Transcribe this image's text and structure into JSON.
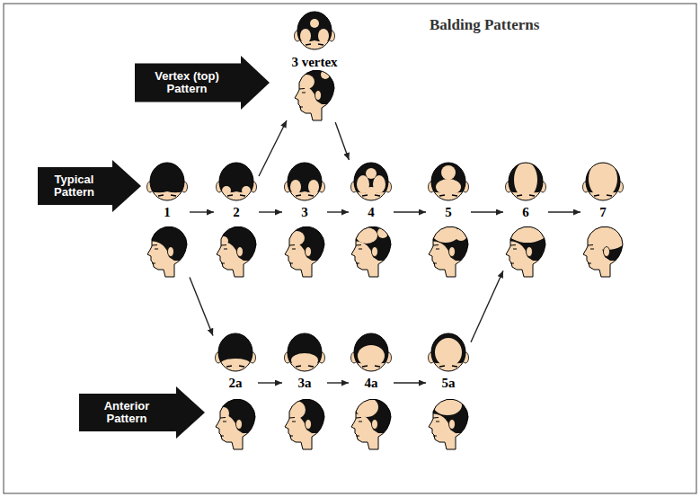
{
  "diagram": {
    "title": "Balding Patterns",
    "nodes": [
      {
        "text": [
          "Vertex (top) Pattern"
        ]
      },
      {
        "text": [
          "3 vertex"
        ]
      },
      {
        "text": [
          "Typical Pattern"
        ]
      },
      {
        "text": [
          "1"
        ]
      },
      {
        "text": [
          "2"
        ]
      },
      {
        "text": [
          "3"
        ]
      },
      {
        "text": [
          "4"
        ]
      },
      {
        "text": [
          "5"
        ]
      },
      {
        "text": [
          "6"
        ]
      },
      {
        "text": [
          "7"
        ]
      },
      {
        "text": [
          "Anterior Pattern"
        ]
      },
      {
        "text": [
          "2a"
        ]
      },
      {
        "text": [
          "3a"
        ]
      },
      {
        "text": [
          "4a"
        ]
      },
      {
        "text": [
          "5a"
        ]
      }
    ],
    "edges": [
      {
        "from": 4,
        "to": 1,
        "arrow": "to"
      },
      {
        "from": 1,
        "to": 6,
        "arrow": "to"
      },
      {
        "from": 3,
        "to": 4,
        "arrow": "to"
      },
      {
        "from": 4,
        "to": 5,
        "arrow": "to"
      },
      {
        "from": 5,
        "to": 6,
        "arrow": "to"
      },
      {
        "from": 6,
        "to": 7,
        "arrow": "to"
      },
      {
        "from": 7,
        "to": 8,
        "arrow": "to"
      },
      {
        "from": 8,
        "to": 9,
        "arrow": "to"
      },
      {
        "from": 3,
        "to": 11,
        "arrow": "to"
      },
      {
        "from": 11,
        "to": 12,
        "arrow": "to"
      },
      {
        "from": 12,
        "to": 13,
        "arrow": "to"
      },
      {
        "from": 13,
        "to": 14,
        "arrow": "to"
      },
      {
        "from": 14,
        "to": 8,
        "arrow": "to"
      }
    ]
  }
}
